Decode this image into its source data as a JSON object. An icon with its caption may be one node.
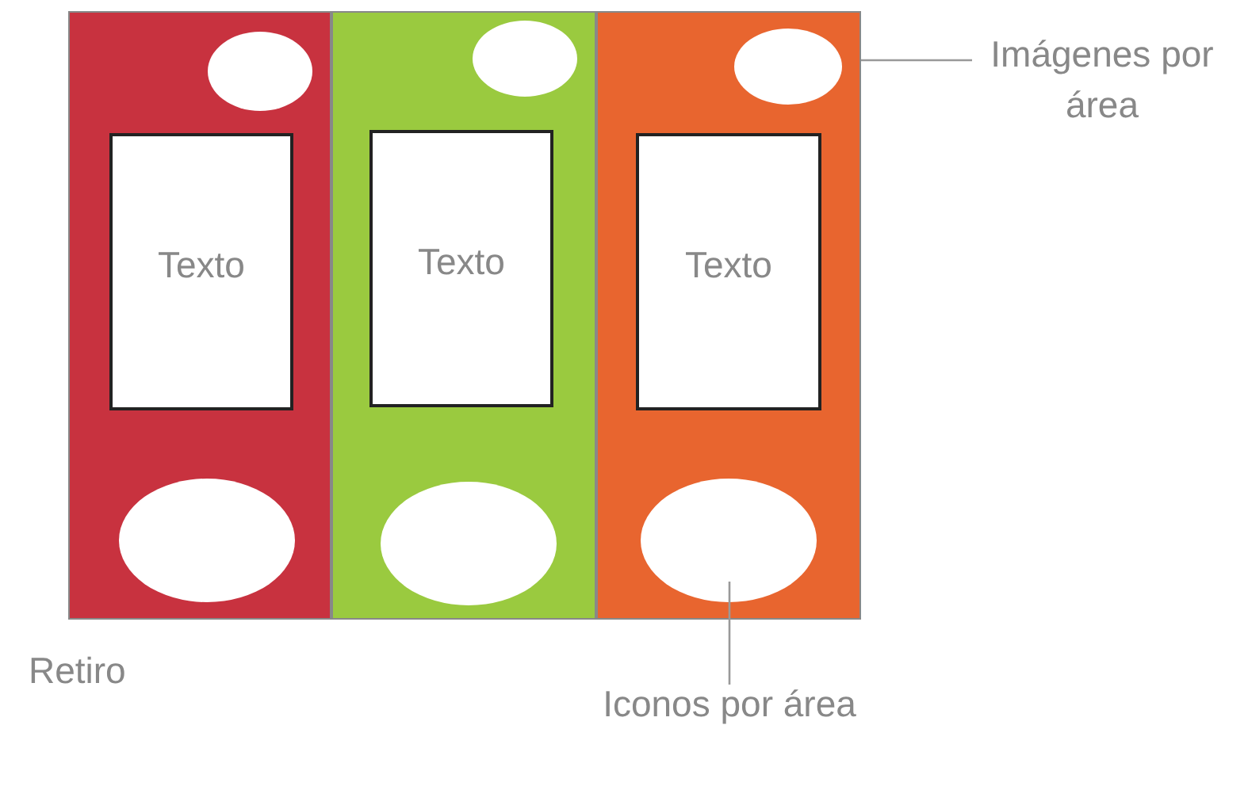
{
  "diagram": {
    "nodes": [
      {
        "text": [],
        "shape": "box"
      },
      {
        "text": [],
        "shape": "circle",
        "in": 0
      },
      {
        "text": [
          "Texto"
        ],
        "in": 0
      },
      {
        "text": [],
        "shape": "circle",
        "in": 0
      },
      {
        "text": [],
        "shape": "box"
      },
      {
        "text": [],
        "shape": "circle",
        "in": 4
      },
      {
        "text": [
          "Texto"
        ],
        "in": 4
      },
      {
        "text": [],
        "shape": "circle",
        "in": 4
      },
      {
        "text": [],
        "shape": "box"
      },
      {
        "text": [],
        "shape": "circle",
        "in": 8
      },
      {
        "text": [
          "Texto"
        ],
        "in": 8
      },
      {
        "text": [],
        "shape": "circle",
        "in": 8
      },
      {
        "text": [
          "Imágenes por área"
        ]
      },
      {
        "text": [
          "Iconos por área"
        ]
      }
    ],
    "edges": [
      {
        "from": 12,
        "to": 8,
        "arrow": "none"
      },
      {
        "from": 13,
        "to": 11,
        "arrow": "none"
      }
    ],
    "labels": [
      "Retiro"
    ]
  }
}
